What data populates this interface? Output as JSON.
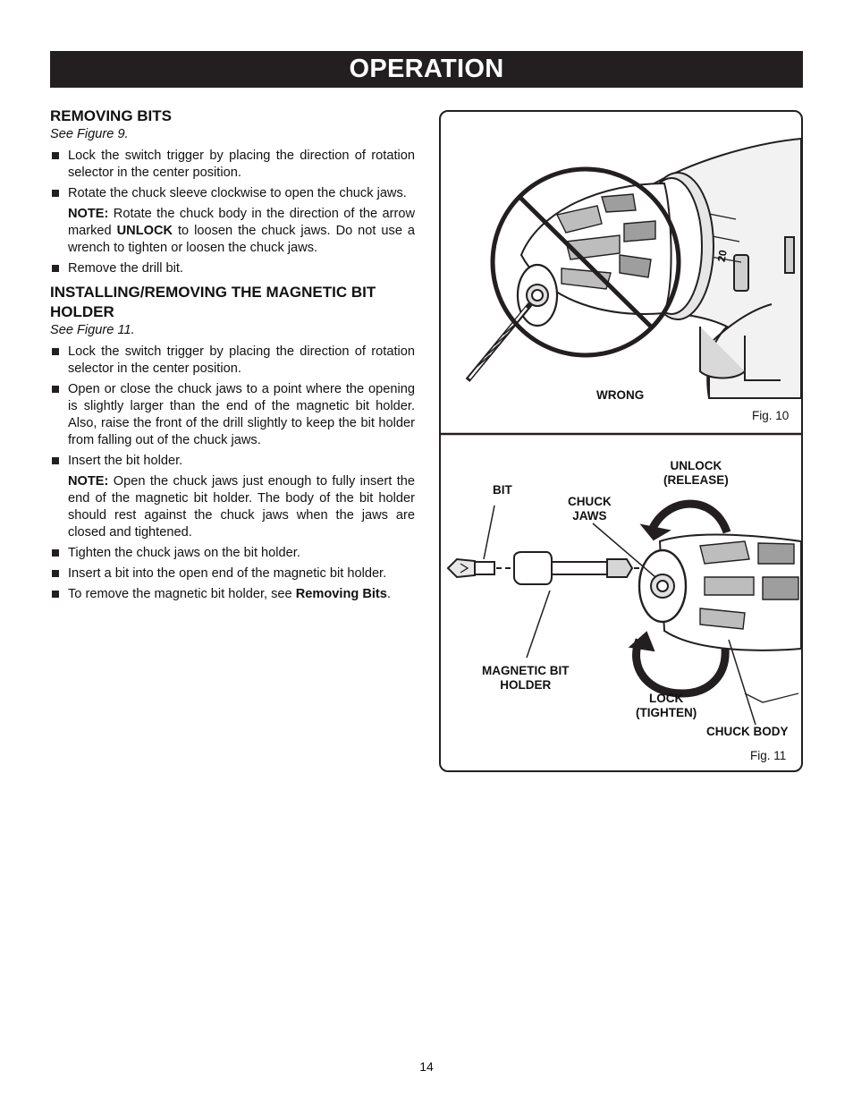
{
  "header": {
    "title": "OPERATION"
  },
  "removing": {
    "heading": "REMOVING BITS",
    "see": "See Figure 9.",
    "b1": "Lock the switch trigger by placing the direction of rotation selector in the center position.",
    "b2": "Rotate the chuck sleeve clockwise to open the chuck jaws.",
    "note_label": "NOTE:",
    "note_a": " Rotate the chuck body in the direction of the arrow marked ",
    "note_unlock": "UNLOCK",
    "note_b": " to loosen the chuck jaws. Do not use a wrench to tighten or loosen the chuck jaws.",
    "b3": "Remove the drill bit."
  },
  "installing": {
    "heading": "INSTALLING/REMOVING THE MAGNETIC BIT HOLDER",
    "see": "See Figure 11.",
    "b1": "Lock the switch trigger by placing the direction of rotation selector in the center position.",
    "b2": "Open or close the chuck jaws to a point where the opening is slightly larger than the end of the magnetic bit holder. Also, raise the front of the drill slightly to keep the bit holder from falling out of the chuck jaws.",
    "b3": "Insert the bit holder.",
    "note_label": "NOTE:",
    "note_text": " Open the chuck jaws just enough to fully insert the end of the magnetic bit holder. The body of the bit holder should rest against the chuck jaws when the jaws are closed and tightened.",
    "b4": "Tighten the chuck jaws on the bit holder.",
    "b5": "Insert a bit into the open end of the magnetic bit holder.",
    "b6_a": "To remove the magnetic bit holder, see ",
    "b6_link": "Removing Bits",
    "b6_b": "."
  },
  "fig10": {
    "wrong": "WRONG",
    "caption": "Fig. 10",
    "dial_mark": "20"
  },
  "fig11": {
    "bit": "BIT",
    "chuck_jaws": "CHUCK\nJAWS",
    "unlock": "UNLOCK\n(RELEASE)",
    "magnetic": "MAGNETIC BIT\nHOLDER",
    "lock": "LOCK\n(TIGHTEN)",
    "chuck_body": "CHUCK BODY",
    "caption": "Fig. 11"
  },
  "page_number": "14"
}
